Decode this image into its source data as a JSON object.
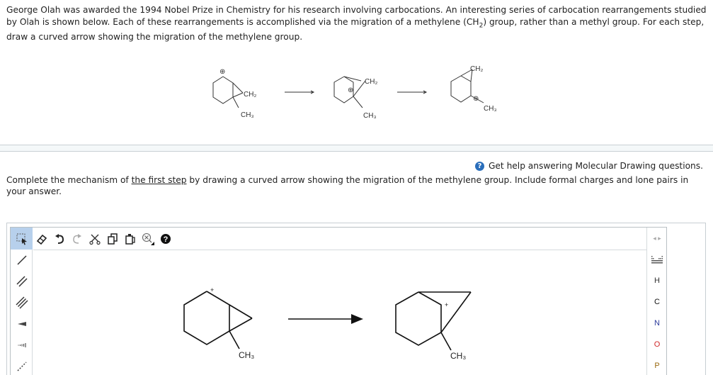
{
  "intro": {
    "text_before_sub": "George Olah was awarded the 1994 Nobel Prize in Chemistry for his research involving carbocations. An interesting series of carbocation rearrangements studied by Olah is shown below. Each of these rearrangements is accomplished via the migration of a methylene (CH",
    "sub": "2",
    "text_after_sub": ") group, rather than a methyl group. For each step, draw a curved arrow showing the migration of the methylene group."
  },
  "scheme": {
    "molecules": [
      {
        "labels": {
          "charge": "⊕",
          "ch2": "CH₂",
          "ch3": "CH₃"
        }
      },
      {
        "labels": {
          "charge": "⊕",
          "ch2": "CH₂",
          "ch3": "CH₃"
        }
      },
      {
        "labels": {
          "charge": "⊕",
          "ch2": "CH₂",
          "ch3": "CH₃"
        }
      }
    ]
  },
  "help": {
    "icon": "?",
    "label": "Get help answering Molecular Drawing questions."
  },
  "prompt": {
    "before_link": "Complete the mechanism of ",
    "link": "the first step",
    "after_link": " by drawing a curved arrow showing the migration of the methylene group. Include formal charges and lone pairs in your answer."
  },
  "editor": {
    "top_tools": [
      {
        "name": "select-tool",
        "active": true
      },
      {
        "name": "eraser-tool"
      },
      {
        "name": "undo"
      },
      {
        "name": "redo"
      },
      {
        "name": "cut"
      },
      {
        "name": "copy"
      },
      {
        "name": "paste"
      },
      {
        "name": "zoom"
      },
      {
        "name": "help"
      }
    ],
    "left_tools": [
      "single-bond",
      "double-bond",
      "triple-bond",
      "wedge-bond",
      "hash-bond",
      "dashed-bond"
    ],
    "right_tools": {
      "nav": "◂ ▸",
      "elements": [
        {
          "symbol": "H",
          "color": "#333333"
        },
        {
          "symbol": "C",
          "color": "#111111"
        },
        {
          "symbol": "N",
          "color": "#2b3a9b"
        },
        {
          "symbol": "O",
          "color": "#d0282a"
        },
        {
          "symbol": "P",
          "color": "#9a6a10"
        }
      ]
    },
    "canvas": {
      "reactant": {
        "charge": "+",
        "ch3": "CH₃"
      },
      "product": {
        "charge": "+",
        "ch3": "CH₃"
      }
    }
  }
}
